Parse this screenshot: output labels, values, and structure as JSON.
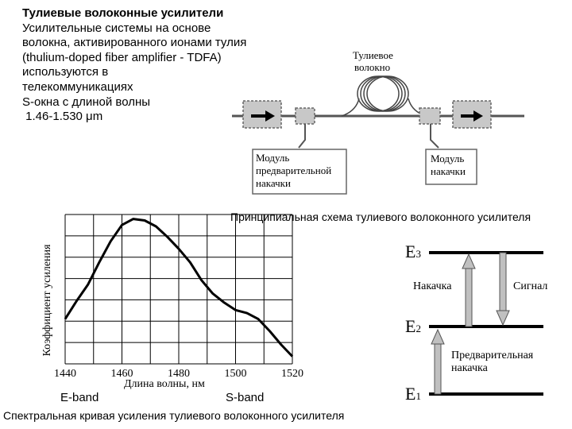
{
  "intro": {
    "title": "Тулиевые волоконные усилители",
    "lines": [
      "Усилительные системы на основе",
      "волокна, активированного ионами тулия",
      "(thulium-doped fiber amplifier - TDFA)",
      "используются в",
      "телекоммуникациях",
      "S-окна с длиной волны",
      " 1.46-1.530 μm"
    ]
  },
  "scheme": {
    "fiber_label_1": "Тулиевое",
    "fiber_label_2": "волокно",
    "module1_lines": [
      "Модуль",
      "предварительной",
      "накачки"
    ],
    "module2_lines": [
      "Модуль",
      "накачки"
    ],
    "caption": "Принципиальная схема тулиевого волоконного усилителя"
  },
  "levels": {
    "e3_base": "E",
    "e3_sub": "3",
    "e2_base": "E",
    "e2_sub": "2",
    "e1_base": "E",
    "e1_sub": "1",
    "pump_label": "Накачка",
    "signal_label": "Сигнал",
    "prepump_label_1": "Предварительная",
    "prepump_label_2": "накачка"
  },
  "chart_data": {
    "type": "line",
    "xlabel": "Длина волны, нм",
    "ylabel": "Коэффициент усиления",
    "xlim": [
      1440,
      1520
    ],
    "x_ticks": [
      "1440",
      "1460",
      "1480",
      "1500",
      "1520"
    ],
    "grid": true,
    "series": [
      {
        "x": [
          1440,
          1444,
          1448,
          1452,
          1456,
          1460,
          1464,
          1468,
          1472,
          1476,
          1480,
          1484,
          1488,
          1492,
          1496,
          1500,
          1504,
          1508,
          1512,
          1516,
          1520
        ],
        "y": [
          0.3,
          0.42,
          0.53,
          0.68,
          0.82,
          0.93,
          0.97,
          0.96,
          0.92,
          0.85,
          0.77,
          0.68,
          0.56,
          0.47,
          0.41,
          0.36,
          0.34,
          0.3,
          0.22,
          0.13,
          0.05
        ]
      }
    ],
    "band_labels": [
      "E-band",
      "S-band"
    ],
    "caption": "Спектральная кривая усиления тулиевого волоконного усилителя"
  }
}
